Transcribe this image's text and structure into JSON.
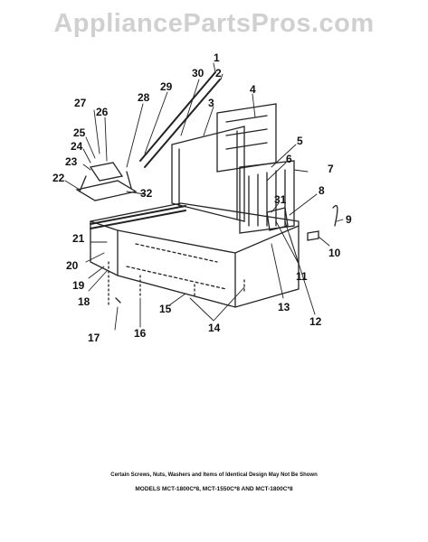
{
  "watermark": "AppliancePartsPros.com",
  "footer": {
    "note": "Certain Screws, Nuts, Washers and Items of Identical Design May Not Be Shown",
    "models": "MODELS MCT-1800C*8, MCT-1550C*8 AND MCT-1800C*8"
  },
  "callouts": {
    "c1": "1",
    "c2": "2",
    "c3": "3",
    "c4": "4",
    "c5": "5",
    "c6": "6",
    "c7": "7",
    "c8": "8",
    "c9": "9",
    "c10": "10",
    "c11": "11",
    "c12": "12",
    "c13": "13",
    "c14": "14",
    "c15": "15",
    "c16": "16",
    "c17": "17",
    "c18": "18",
    "c19": "19",
    "c20": "20",
    "c21": "21",
    "c22": "22",
    "c23": "23",
    "c24": "24",
    "c25": "25",
    "c26": "26",
    "c27": "27",
    "c28": "28",
    "c29": "29",
    "c30": "30",
    "c31": "31",
    "c32": "32"
  }
}
